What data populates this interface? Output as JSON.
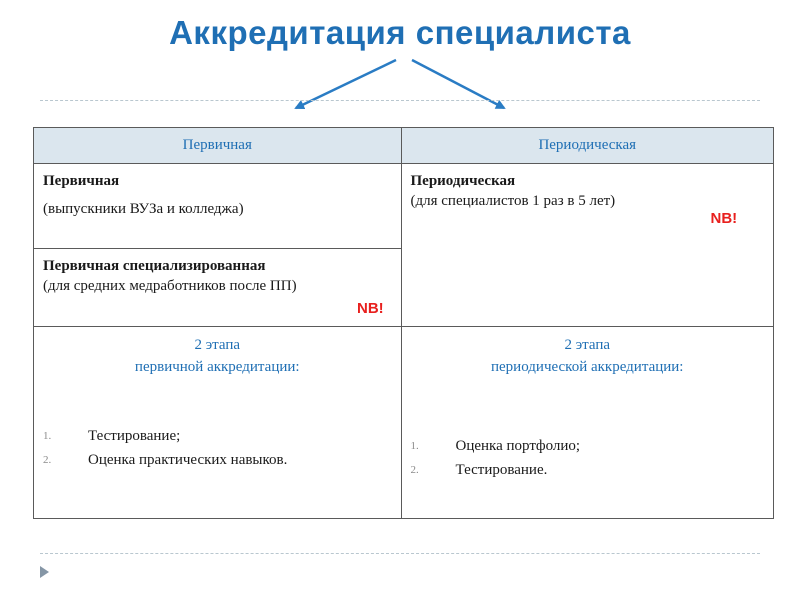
{
  "title": "Аккредитация специалиста",
  "table": {
    "headers": [
      "Первичная",
      "Периодическая"
    ],
    "primary": {
      "name": "Первичная",
      "desc": "(выпускники ВУЗа и колледжа)"
    },
    "primary_specialized": {
      "name": "Первичная специализированная",
      "desc": "(для средних медработников после ПП)",
      "nb": "NB!"
    },
    "periodic": {
      "name": "Периодическая",
      "desc": "(для специалистов 1 раз в 5 лет)",
      "nb": "NB!"
    },
    "stages_primary": {
      "line1": "2 этапа",
      "line2": "первичной аккредитации:",
      "items": [
        {
          "num": "1.",
          "text": "Тестирование;"
        },
        {
          "num": "2.",
          "text": "Оценка практических навыков."
        }
      ]
    },
    "stages_periodic": {
      "line1": "2 этапа",
      "line2": "периодической аккредитации:",
      "items": [
        {
          "num": "1.",
          "text": "Оценка портфолио;"
        },
        {
          "num": "2.",
          "text": "Тестирование."
        }
      ]
    }
  },
  "colors": {
    "title": "#1f6fb4",
    "header_bg": "#dbe6ee",
    "nb": "#e8201e",
    "arrow": "#2a7cc4"
  },
  "icons": [
    "arrow-left-down-icon",
    "arrow-right-down-icon",
    "slide-marker-icon"
  ]
}
